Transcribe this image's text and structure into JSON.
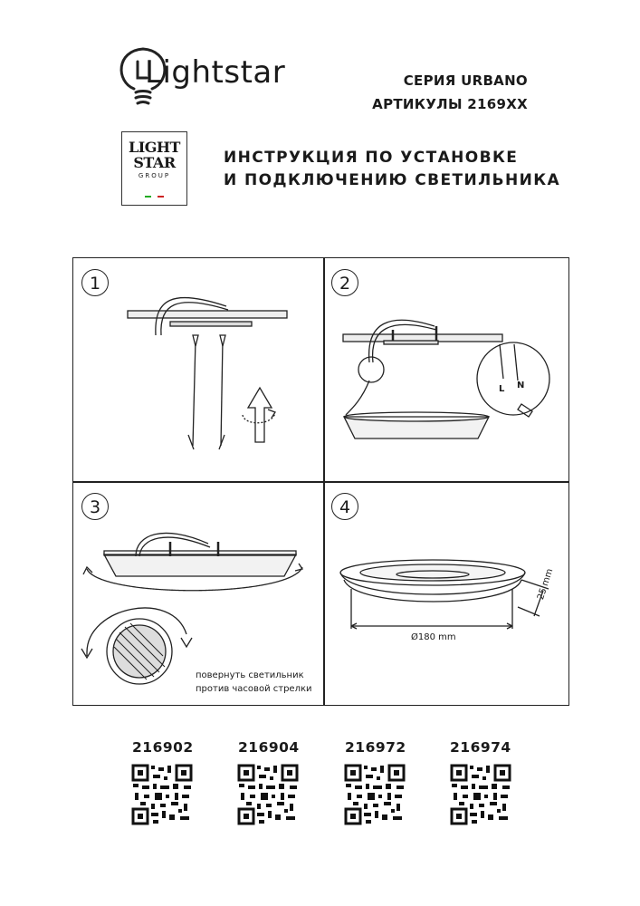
{
  "header": {
    "brand": "Lightstar",
    "series": "СЕРИЯ URBANO",
    "articles": "АРТИКУЛЫ 2169XX",
    "title_line1": "ИНСТРУКЦИЯ ПО УСТАНОВКЕ",
    "title_line2": "И ПОДКЛЮЧЕНИЮ СВЕТИЛЬНИКА",
    "logo_line1": "LIGHT",
    "logo_line2": "STAR",
    "logo_line3": "GROUP"
  },
  "steps": [
    {
      "number": "1"
    },
    {
      "number": "2",
      "label_l": "L",
      "label_n": "N"
    },
    {
      "number": "3",
      "caption_line1": "повернуть светильник",
      "caption_line2": "против часовой стрелки"
    },
    {
      "number": "4",
      "diameter": "Ø180 mm",
      "height": "25 mm"
    }
  ],
  "articles": [
    "216902",
    "216904",
    "216972",
    "216974"
  ]
}
